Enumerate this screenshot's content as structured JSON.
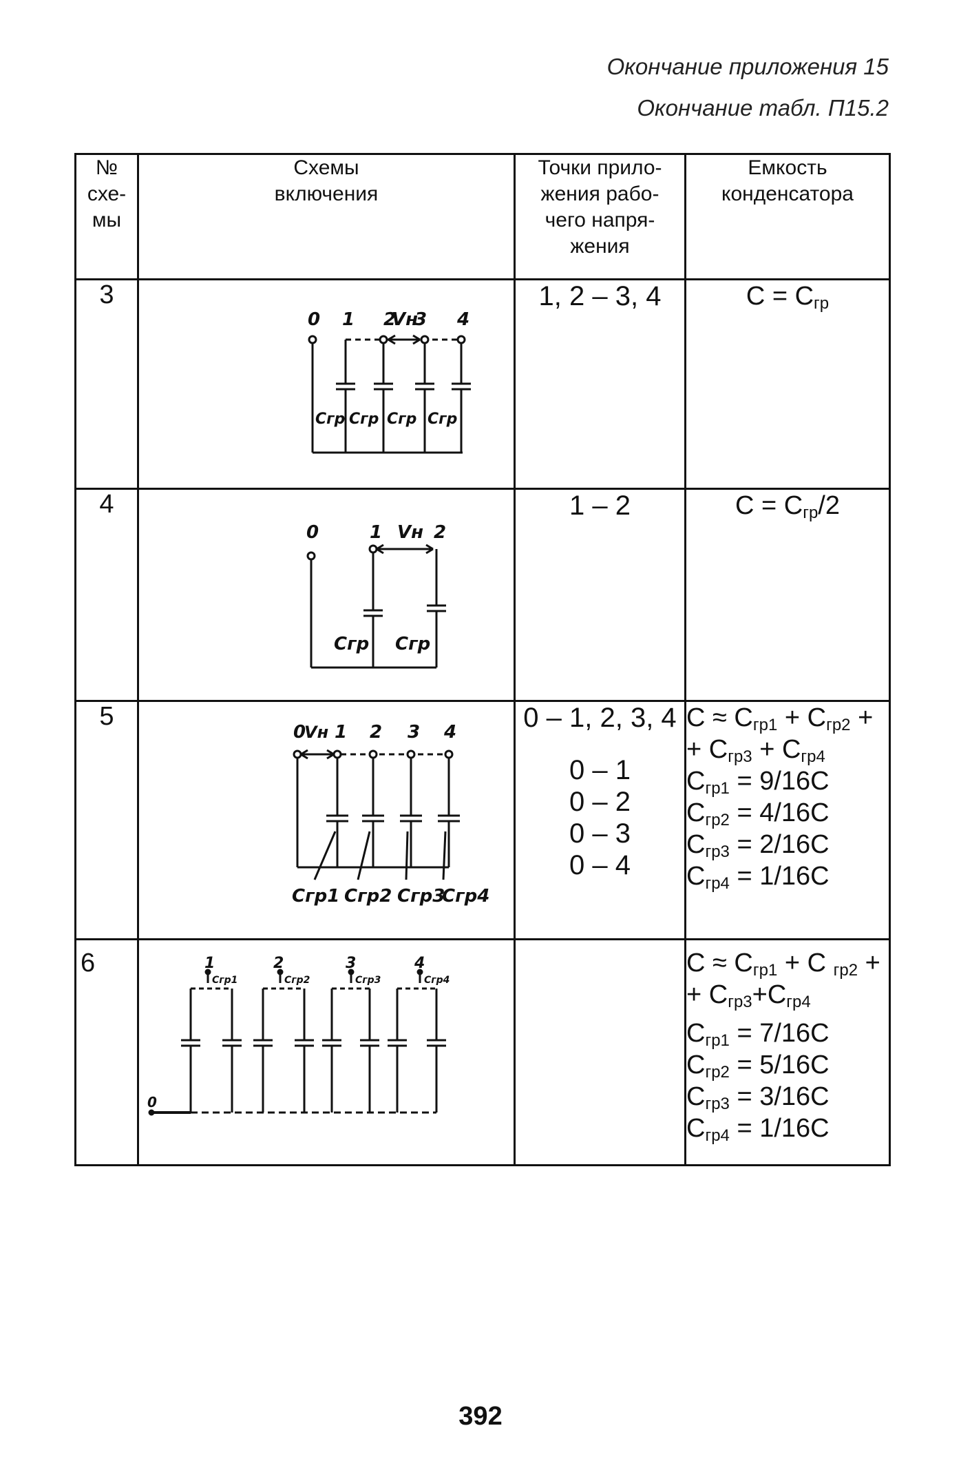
{
  "header": {
    "line1": "Окончание приложения 15",
    "line2": "Окончание табл. П15.2"
  },
  "table": {
    "columns": [
      [
        "№",
        "схе-",
        "мы"
      ],
      [
        "Схемы",
        "включения"
      ],
      [
        "Точки прило-",
        "жения рабо-",
        "чего напря-",
        "жения"
      ],
      [
        "Емкость",
        "конденсатора"
      ]
    ],
    "rows": [
      {
        "num": "3",
        "diagram": {
          "nodes": [
            "0",
            "1",
            "2",
            "3",
            "4"
          ],
          "voltage": "Vн",
          "caps": [
            "Cгр",
            "Cгр",
            "Cгр",
            "Cгр"
          ]
        },
        "points": [
          "1, 2 – 3, 4"
        ],
        "capacity": [
          {
            "main": "C = C",
            "sub": "гр",
            "tail": ""
          }
        ]
      },
      {
        "num": "4",
        "diagram": {
          "nodes": [
            "0",
            "1",
            "2"
          ],
          "voltage": "Vн",
          "caps": [
            "Cгр",
            "Cгр"
          ]
        },
        "points": [
          "1 – 2"
        ],
        "capacity": [
          {
            "main": "C = C",
            "sub": "гр",
            "tail": "/2"
          }
        ]
      },
      {
        "num": "5",
        "diagram": {
          "nodes": [
            "0",
            "1",
            "2",
            "3",
            "4"
          ],
          "voltage": "Vн",
          "caps": [
            "Cгр1",
            "Cгр2",
            "Cгр3",
            "Cгр4"
          ]
        },
        "points": [
          "0 – 1, 2, 3, 4",
          "",
          "0 – 1",
          "0 – 2",
          "0 – 3",
          "0 – 4"
        ],
        "capacity": [
          {
            "main": "C ≈ C",
            "sub": "гр1",
            "tail": " + C",
            "sub2": "гр2",
            "tail2": " +"
          },
          {
            "main": "+ C",
            "sub": "гр3",
            "tail": " + C",
            "sub2": "гр4",
            "tail2": ""
          },
          {
            "main": "C",
            "sub": "гр1",
            "tail": " = 9/16C"
          },
          {
            "main": "C",
            "sub": "гр2",
            "tail": " = 4/16C"
          },
          {
            "main": "C",
            "sub": "гр3",
            "tail": " = 2/16C"
          },
          {
            "main": "C",
            "sub": "гр4",
            "tail": " = 1/16C"
          }
        ]
      },
      {
        "num": "6",
        "diagram": {
          "nodes": [
            "1",
            "2",
            "3",
            "4"
          ],
          "ground": "0",
          "caps": [
            "Cгр1",
            "Cгр2",
            "Cгр3",
            "Cгр4"
          ]
        },
        "points": [],
        "capacity": [
          {
            "main": "C ≈ C",
            "sub": "гр1",
            "tail": " + C ",
            "sub2": "гр2",
            "tail2": " +"
          },
          {
            "main": "+ C",
            "sub": "гр3",
            "tail": "+C",
            "sub2": "гр4",
            "tail2": ""
          },
          {
            "main": "C",
            "sub": "гр1",
            "tail": " = 7/16C"
          },
          {
            "main": "C",
            "sub": "гр2",
            "tail": " = 5/16C"
          },
          {
            "main": "C",
            "sub": "гр3",
            "tail": " = 3/16C"
          },
          {
            "main": "C",
            "sub": "гр4",
            "tail": " = 1/16C"
          }
        ]
      }
    ]
  },
  "page_number": "392"
}
